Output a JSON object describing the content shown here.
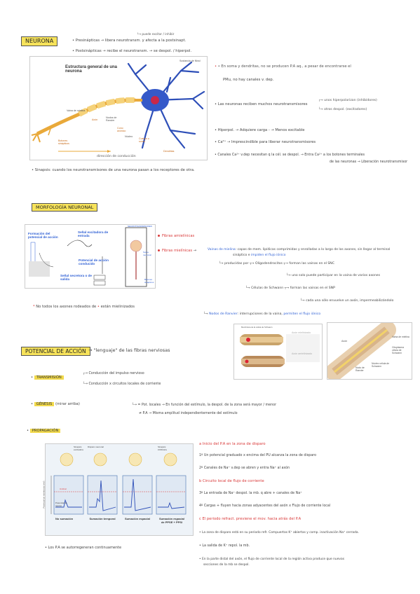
{
  "sec1": {
    "title": "NEURONA",
    "presinapticas": "• Presinápticas → libera neurotransm. y afecta a la postsinapt.",
    "puede_excitar": "└→ puede excitar / inhibir",
    "postsinapticas": "• Postsinápticas → recibe el neurotransm. → se despol. / hiperpol.",
    "fig_title": "Estructura general de una neurona",
    "fig_labels": {
      "vaina": "Vaina de mielina",
      "axon": "Axón",
      "nodos": "Nodos de Ranvier",
      "cono": "Cono axónico",
      "nucleo": "Núcleo",
      "cuerpo": "Cuerpo o soma",
      "dendritas": "Dendritas",
      "botones": "Botones sinápticos",
      "nissl": "Sustancia de Nissl",
      "direccion": "dirección de conducción"
    },
    "soma_note": "• En soma y dendritas, no se producen P.A aq., a pesar de encontrarse el",
    "soma_note2": "PMu, no hay canales v. dep.",
    "receive_note": "• Las neuronas reciben muchos neurotransmisores",
    "receive_a": "unos hiperpolarizan (inhibidores)",
    "receive_b": "otros despol. (excitadores)",
    "hiperpol": "• Hiperpol. → Adquiere carga - → Menos excitable",
    "ca": "• Ca²⁺ → Imprescindible para liberar neurotransmisores",
    "canales": "• Canales Ca²⁺ v.dep necesitan q la cél. se despol. → Entra Ca²⁺ a los botones terminales",
    "canales2": "de las neuronas → Liberación neurotransmisor",
    "sinapsis": "• Sinapsis: cuando los neurotransmisores de una neurona pasan a los receptores de otra."
  },
  "sec2": {
    "title": "MORFOLOGÍA NEURONAL",
    "fig_labels": {
      "formacion": "Formación del potencial de acción",
      "senal_exc": "Señal excitadora de entrada",
      "potencial_cond": "Potencial de acción conducido",
      "senal_sec": "Señal secretora o de salida",
      "neurotrans": "NEUROTRANSMISORES",
      "soma_lbl": "Soma neuronal",
      "botones_lbl": "Botones sinápticos"
    },
    "amielinicas": "Fibras amielínicas",
    "mielinicas": "Fibras mielínicas",
    "vainas": "Vainas de mielina",
    "vainas_desc": ": capas de mem. lipídicas comprimidas y enrolladas a lo largo de los axones, sin llegar al terminal",
    "vainas_desc2": "sináptico e",
    "impiden": "impiden el flujo iónico",
    "producidas": "producidas por",
    "oligo": "Oligodendrocitos",
    "oligo_a": "forman las vainas en el SNC",
    "oligo_b": "uno solo puede participar en la vaina de varios axones",
    "schwann": "Células de Schwann",
    "schwann_a": "forman las vainas en el SNP",
    "schwann_b": "cada una sólo envuelve un axón, impermeabilizándolo",
    "nodos": "Nodos de Ranvier",
    "nodos_desc": ": interrupciones de la vaina,",
    "nodos_flujo": "permiten el flujo iónico",
    "no_todos": "No todos los axones rodeados de",
    "no_todos2": "están mielinizados",
    "ax_labels": {
      "axon_mielin": "Axón mielinizado",
      "axon_amielin": "Axón amielinizado",
      "axon": "Axón",
      "vaina": "Vaina de mielina",
      "cito": "Citoplasma célula de Schwann",
      "nucleo": "Núcleo célula de Schwann",
      "nodo": "Nodo de Ranvier",
      "membrana": "Membrana de la célula de Schwann",
      "mielina": "Vaina de mielina"
    }
  },
  "sec3": {
    "title": "POTENCIAL DE ACCIÓN",
    "subtitle": "→ \"lenguaje\" de las fibras nerviosas",
    "transmision": "TRANSMISIÓN",
    "trans_a": "Conducción del impulso nervioso",
    "trans_b": "Conducción x circuitos locales de corriente",
    "genesis": "GÉNESIS",
    "genesis_note": "(mirar arriba)",
    "ley1": "└→ = Pot. locales → En función del estímulo, la despol. de la zona será mayor / menor",
    "ley2": "≠ P.A → Misma amplitud independientemente del estímulo",
    "propagacion": "PROPAGACIÓN",
    "fig_cols": [
      "No sumación",
      "Sumación temporal",
      "Sumación espacial",
      "Sumación espacial de PPSE + PPSI"
    ],
    "fig_labels": {
      "sinapsis_exc": "Sinapsis excitadora",
      "disparo": "Disparo neuronal",
      "umbral": "Umbral",
      "potencial_reposo": "Potencial de reposo",
      "potencial_memb": "Potencial de membrana (mV)",
      "sinapsis_inh": "Sinapsis inhibitoria"
    },
    "p_inicio": "Inicio del P.A en la zona de disparo",
    "p1": "1º Un potencial graduado x encima del PU alcanza la zona de disparo",
    "p2": "2º Canales de Na⁺ v.dep se abren y entra Na⁺ al axón",
    "p_circuito": "Circuito local de flujo de corriente",
    "p3": "3º La entrada de Na⁺ despol. la mb. q abre + canales de Na⁺",
    "p4": "4º Cargas + fluyen hacia zonas adyacentes del axón x Flujo de corriente local",
    "p_periodo": "El periodo refract. previene el mov. hacia atrás del P.A",
    "p5": "• La zona de disparo está en su periodo refr. Compuertas K⁺ abiertas y comp. inactivación Na⁺ cerrada.",
    "p6": "• La salida de K⁺ repol. la mb.",
    "p7": "• En la parte distal del axón, el flujo de corriente local de la región activa produce que nuevas",
    "p7b": "secciones de la mb se despol.",
    "autoregen": "• Los P.A se autorregeneran continuamente"
  }
}
